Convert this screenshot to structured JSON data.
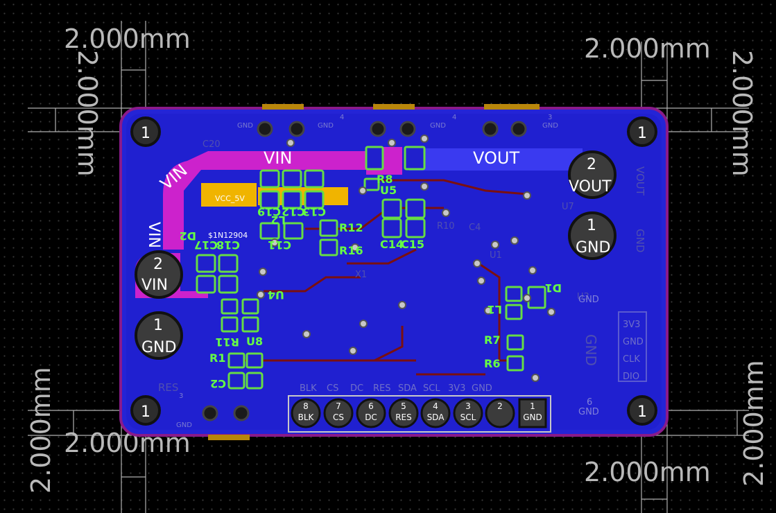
{
  "dimensions": {
    "top_left_h": "2.000mm",
    "top_left_v": "2.000mm",
    "top_right_h": "2.000mm",
    "top_right_v": "2.000mm",
    "bottom_left_h": "2.000mm",
    "bottom_left_v": "2.000mm",
    "bottom_right_h": "2.000mm",
    "bottom_right_v": "2.000mm"
  },
  "mounting_holes": {
    "label": "1"
  },
  "nets": {
    "vin": "VIN",
    "vout": "VOUT",
    "vcc": "VCC_5V",
    "net2": "$1N12904"
  },
  "power_pads": {
    "vout_num": "2",
    "vout_label": "VOUT",
    "gnd_right_num": "1",
    "gnd_right_label": "GND",
    "vin_num": "2",
    "vin_label": "VIN",
    "gnd_left_num": "1",
    "gnd_left_label": "GND"
  },
  "header": {
    "pins": [
      {
        "num": "8",
        "label": "BLK"
      },
      {
        "num": "7",
        "label": "CS"
      },
      {
        "num": "6",
        "label": "DC"
      },
      {
        "num": "5",
        "label": "RES"
      },
      {
        "num": "4",
        "label": "SDA"
      },
      {
        "num": "3",
        "label": "SCL"
      },
      {
        "num": "2",
        "label": ""
      },
      {
        "num": "1",
        "label": "GND"
      }
    ],
    "silk": [
      "BLK",
      "CS",
      "DC",
      "RES",
      "SDA",
      "SCL",
      "3V3",
      "GND"
    ]
  },
  "side_silk": [
    "3V3",
    "GND",
    "CLK",
    "DIO"
  ],
  "refdes": {
    "r8": "R8",
    "u5": "U5",
    "c13": "C13",
    "c12": "C12",
    "c19": "C19",
    "c14": "C14",
    "c15": "C15",
    "r12": "R12",
    "r16": "R16",
    "c11": "C11",
    "c18": "C18",
    "c17": "C17",
    "d2": "D2",
    "u4": "U4",
    "u8": "U8",
    "r11": "R11",
    "r1": "R1",
    "c2": "C2",
    "d1": "D1",
    "l1": "L1",
    "r7": "R7",
    "r6": "R6",
    "l2": "L2",
    "r10": "R10",
    "c4": "C4",
    "u7": "U7",
    "u1": "U1",
    "x1": "X1",
    "u3": "U3",
    "c20": "C20"
  },
  "misc_text": {
    "gnd": "GND",
    "res": "RES",
    "vout_vert": "VOUT",
    "gnd_vert": "GND",
    "vin_vert": "VIN",
    "gnd_big": "GND",
    "six": "6",
    "three": "3",
    "four": "4"
  }
}
